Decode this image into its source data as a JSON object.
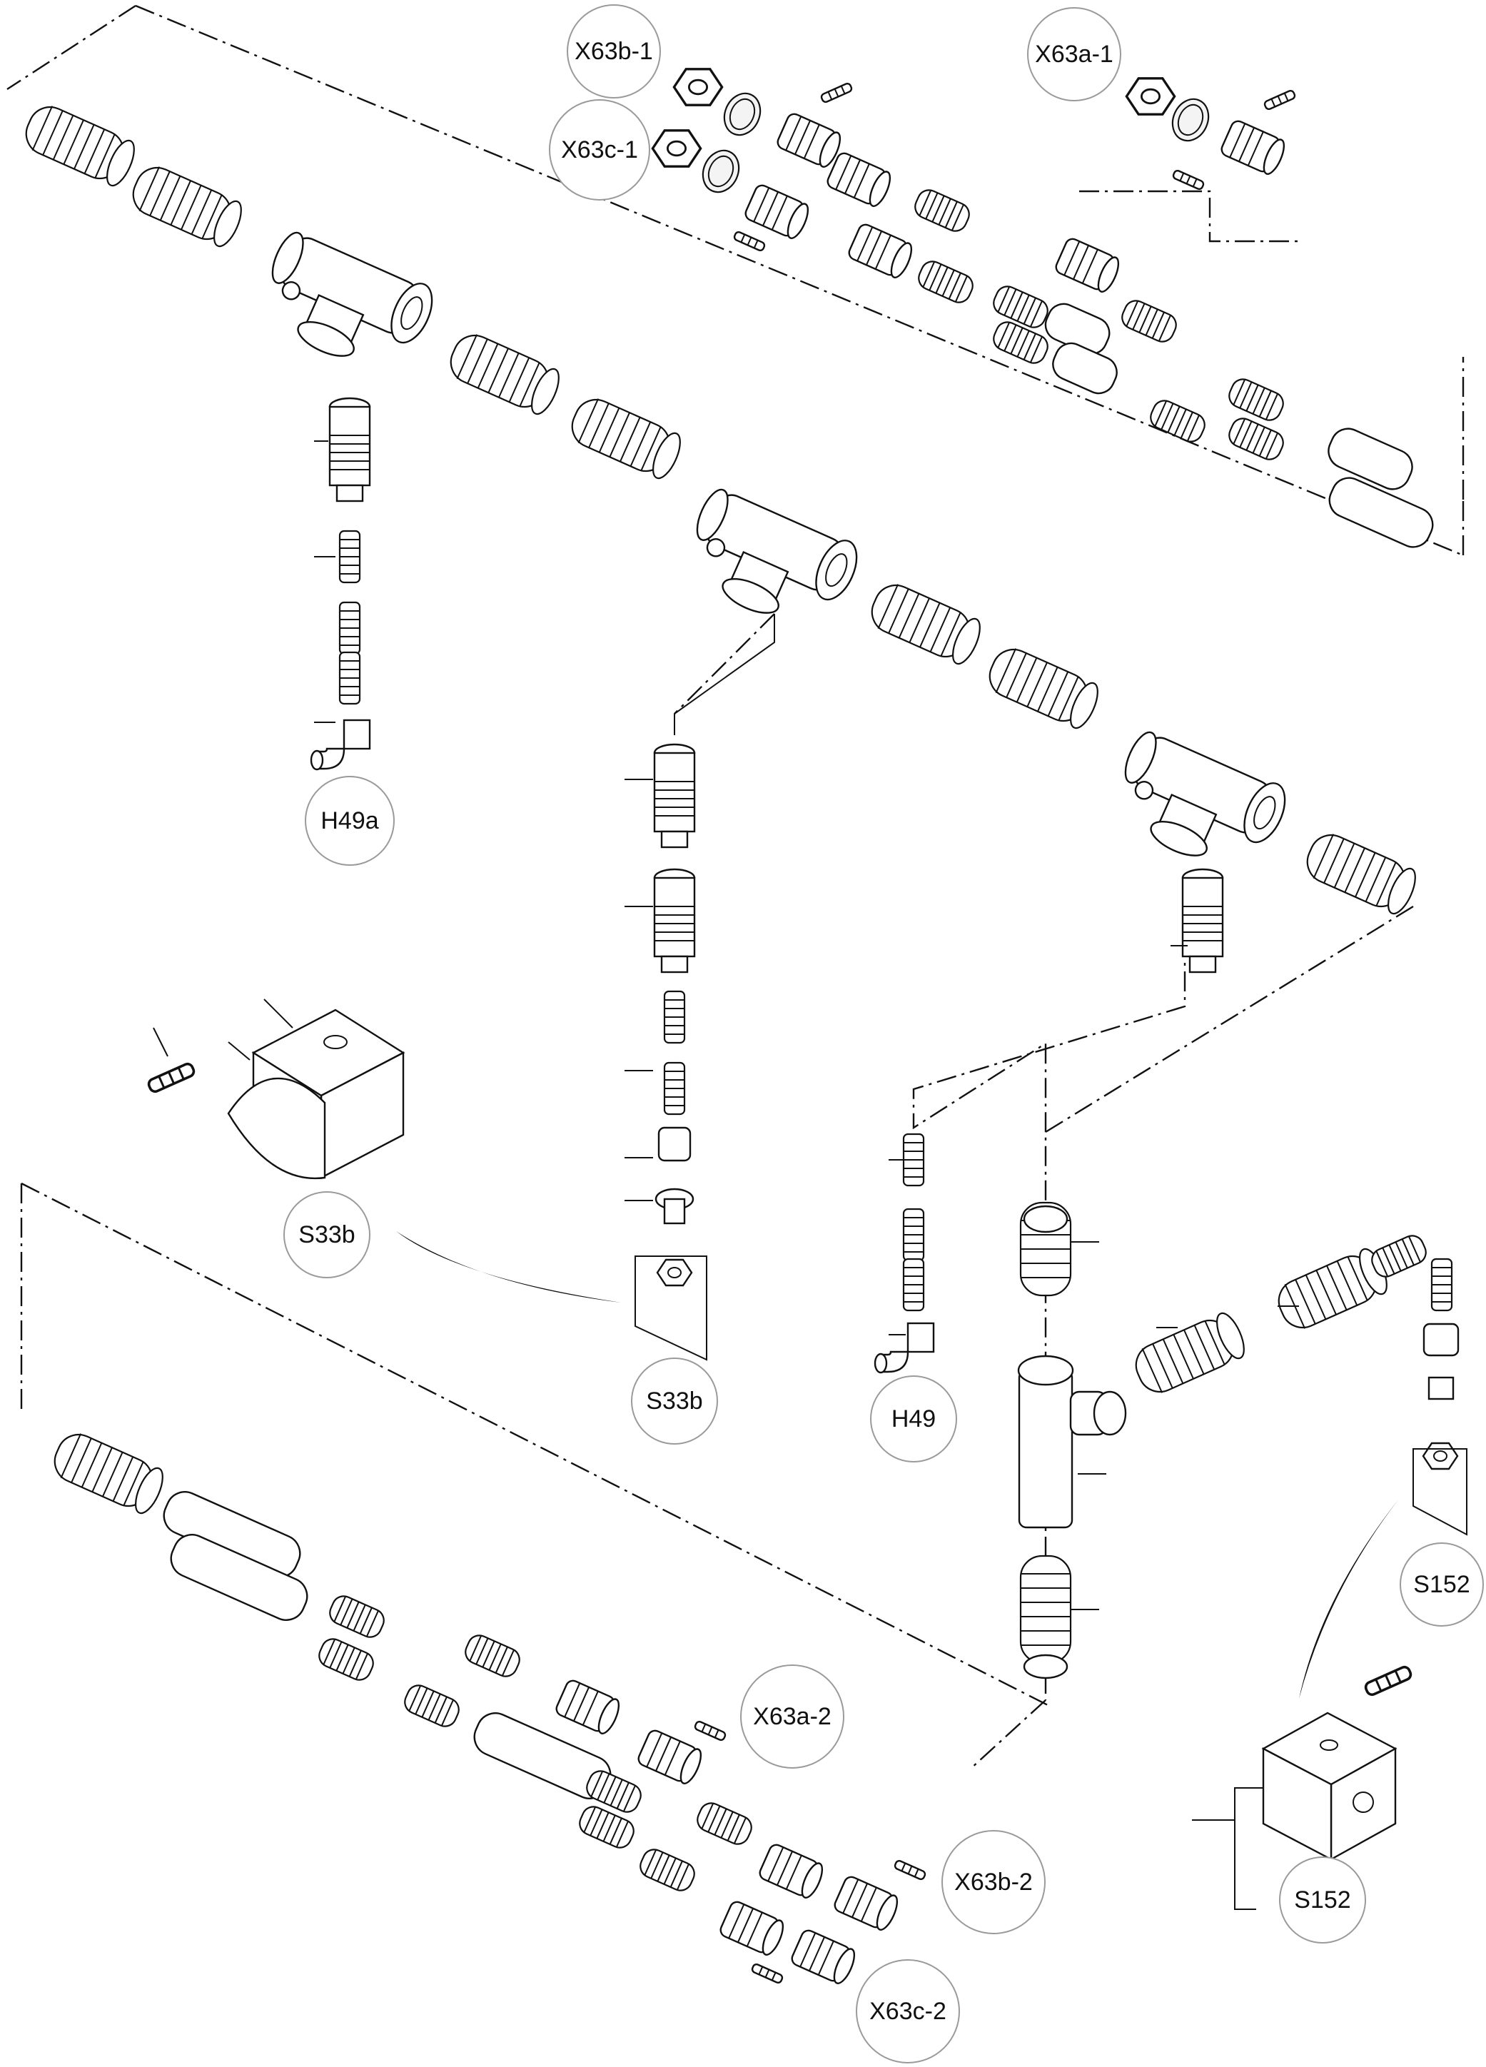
{
  "labels": {
    "x63b_1": "X63b-1",
    "x63a_1": "X63a-1",
    "x63c_1": "X63c-1",
    "h49a": "H49a",
    "s33b_top": "S33b",
    "s33b_bottom": "S33b",
    "h49": "H49",
    "s152_top": "S152",
    "s152_bottom": "S152",
    "x63a_2": "X63a-2",
    "x63b_2": "X63b-2",
    "x63c_2": "X63c-2"
  }
}
